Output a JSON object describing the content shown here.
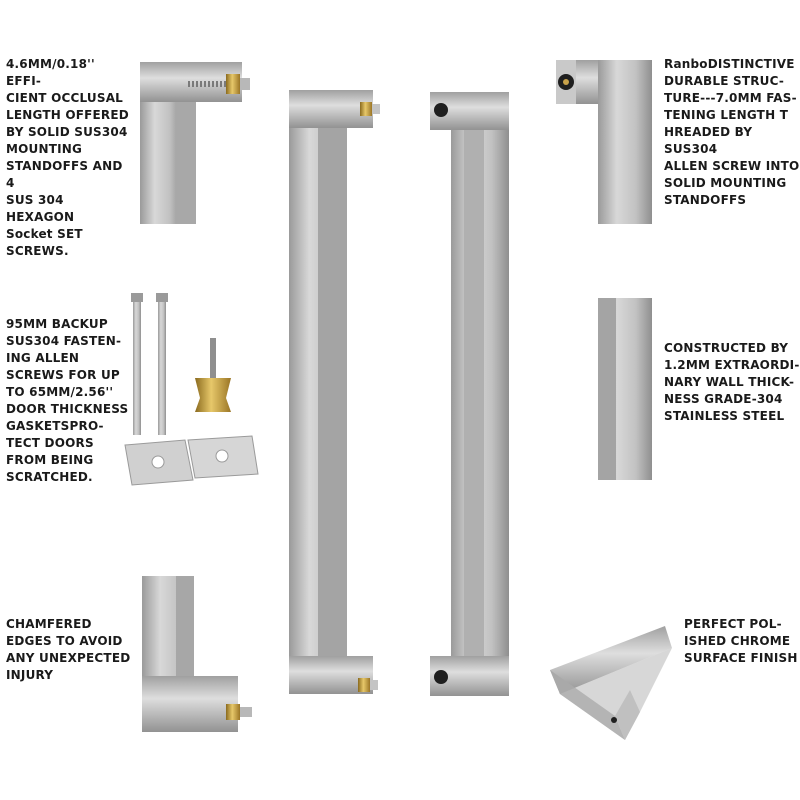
{
  "captions": {
    "top_left": "4.6MM/0.18'' EFFI-\nCIENT OCCLUSAL\nLENGTH OFFERED\nBY SOLID SUS304\nMOUNTING\nSTANDOFFS AND 4\nSUS 304 HEXAGON\nSocket SET\nSCREWS.",
    "top_right_brand": "Ranbo",
    "top_right": "DISTINCTIVE\nDURABLE STRUC-\nTURE---7.0MM FAS-\nTENING LENGTH T\nHREADED BY SUS304\nALLEN SCREW INTO\nSOLID MOUNTING\nSTANDOFFS",
    "mid_left": "95MM BACKUP\nSUS304 FASTEN-\nING ALLEN\nSCREWS FOR UP\nTO 65MM/2.56''\nDOOR THICKNESS\nGASKETSPRO-\nTECT DOORS\nFROM BEING\nSCRATCHED.",
    "mid_right": "CONSTRUCTED BY\n1.2MM EXTRAORDI-\nNARY WALL THICK-\nNESS GRADE-304\nSTAINLESS STEEL",
    "bottom_left": "CHAMFERED\nEDGES TO AVOID\nANY UNEXPECTED\nINJURY",
    "bottom_right": "PERFECT POL-\nISHED CHROME\nSURFACE FINISH"
  },
  "colors": {
    "steel_light": "#d9d9d9",
    "steel_mid": "#b5b5b5",
    "steel_dark": "#8c8c8c",
    "brass": "#c8a24a",
    "text": "#1a1a1a"
  }
}
